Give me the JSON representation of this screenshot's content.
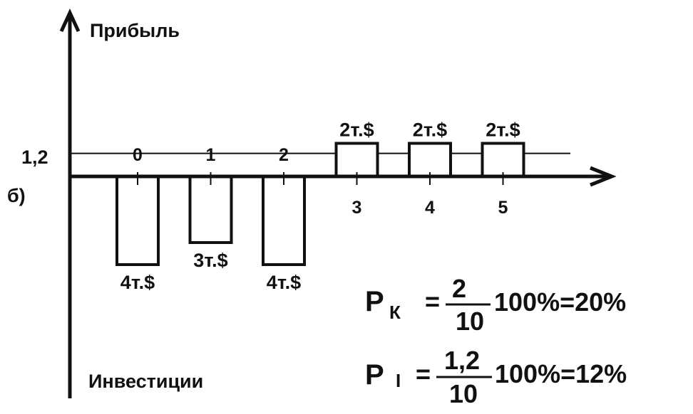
{
  "chart_data": {
    "type": "bar",
    "title": "",
    "ylabel": "Прибыль",
    "bottom_label": "Инвестиции",
    "panel_label": "б)",
    "level_line_value": 1.2,
    "level_line_label": "1,2",
    "categories": [
      "0",
      "1",
      "2",
      "3",
      "4",
      "5"
    ],
    "values": [
      -4,
      -3,
      -4,
      2,
      2,
      2
    ],
    "bar_labels": [
      "4т.$",
      "3т.$",
      "4т.$",
      "2т.$",
      "2т.$",
      "2т.$"
    ],
    "grid": false
  },
  "formulas": {
    "pk": {
      "symbol": "P",
      "subscript": "К",
      "numerator": "2",
      "denominator": "10",
      "rest": "100%=20%"
    },
    "pi": {
      "symbol": "P",
      "subscript": "I",
      "numerator": "1,2",
      "denominator": "10",
      "rest": "100%=12%"
    }
  }
}
